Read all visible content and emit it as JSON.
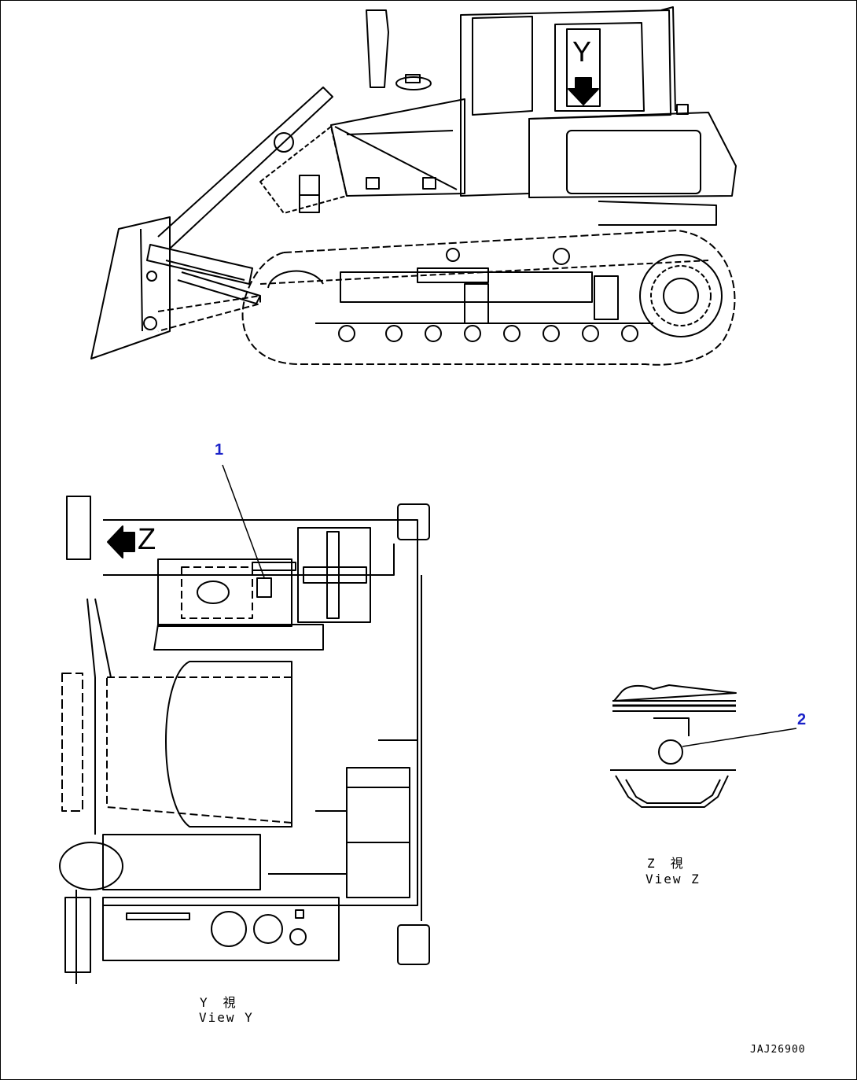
{
  "callouts": [
    {
      "number": "1"
    },
    {
      "number": "2"
    }
  ],
  "marks": {
    "side_view_arrow_letter": "Y",
    "plan_view_arrow_letter": "Z"
  },
  "views": {
    "view_y": {
      "jp": "Y　視",
      "en": "View Y"
    },
    "view_z": {
      "jp": "Z　視",
      "en": "View Z"
    }
  },
  "drawing_id": "JAJ26900",
  "colors": {
    "line": "#000000",
    "callout": "#1a22c8",
    "background": "#ffffff"
  }
}
